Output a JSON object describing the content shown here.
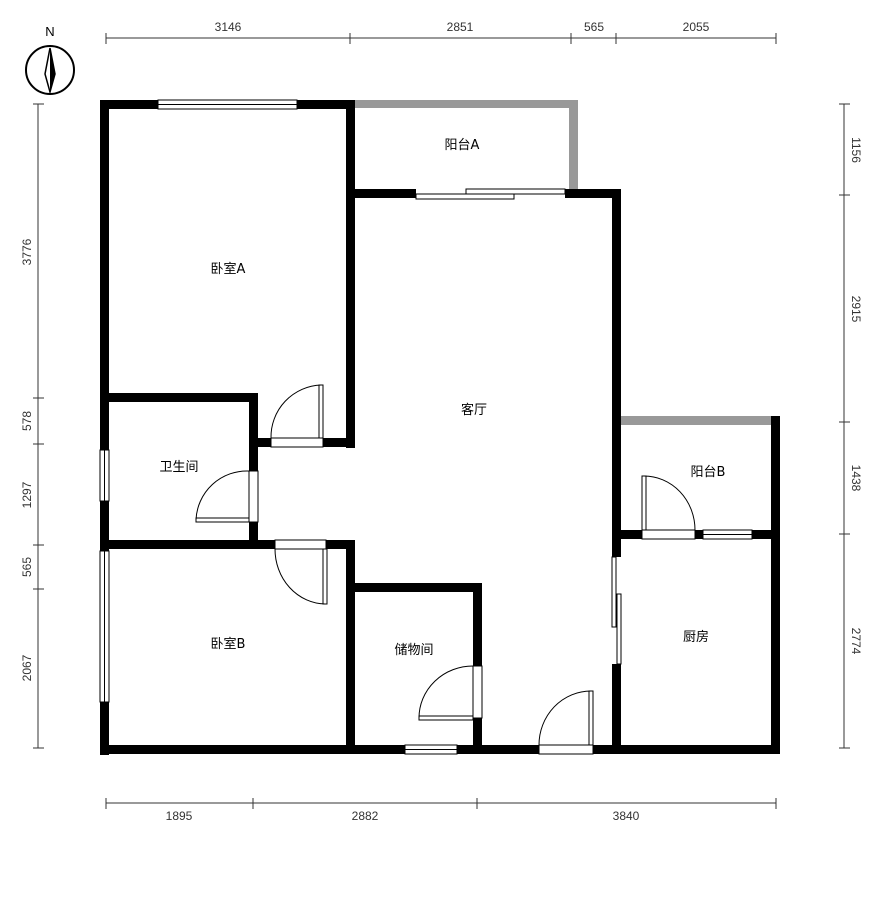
{
  "compass": {
    "label": "N"
  },
  "rooms": {
    "bedroom_a": "卧室A",
    "balcony_a": "阳台A",
    "living_room": "客厅",
    "bathroom": "卫生间",
    "bedroom_b": "卧室B",
    "storage": "储物间",
    "balcony_b": "阳台B",
    "kitchen": "厨房"
  },
  "dimensions": {
    "top": [
      "3146",
      "2851",
      "565",
      "2055"
    ],
    "bottom": [
      "1895",
      "2882",
      "3840"
    ],
    "left": [
      "3776",
      "578",
      "1297",
      "565",
      "2067"
    ],
    "right": [
      "1156",
      "2915",
      "1438",
      "2774"
    ]
  }
}
